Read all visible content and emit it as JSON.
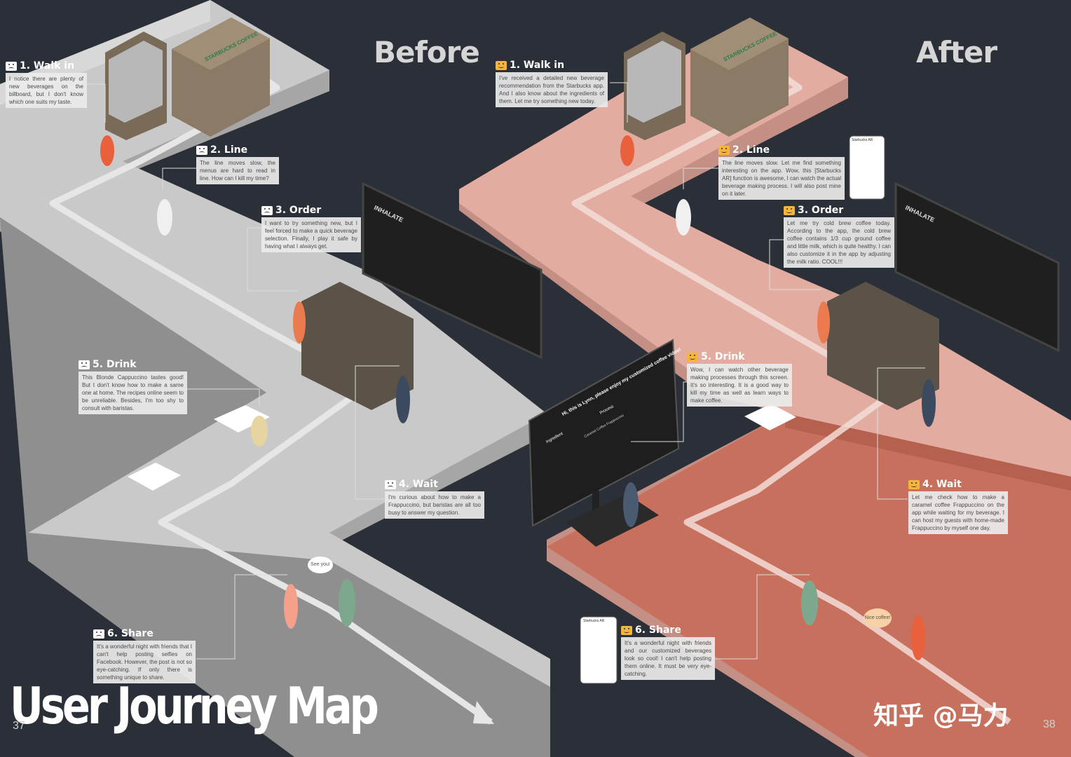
{
  "headings": {
    "before": "Before",
    "after": "After"
  },
  "main_title": "User Journey Map",
  "watermark": "知乎 @马力",
  "page_numbers": {
    "left": "37",
    "right": "38"
  },
  "icons": {
    "sad": "sad-face-icon",
    "happy": "happy-face-icon"
  },
  "colors": {
    "background": "#2b2f38",
    "before_floor": "#c9c9c9",
    "after_floor": "#e3aca0",
    "after_floor_dark": "#c8705e",
    "happy_face": "#f5b43b"
  },
  "before": [
    {
      "title": "1. Walk in",
      "mood": "sad",
      "text": "I notice there are plenty of new beverages on the billboard, but I don't know which one suits my taste."
    },
    {
      "title": "2. Line",
      "mood": "sad",
      "text": "The line moves slow, the menus are hard to read in line. How can I kill my time?"
    },
    {
      "title": "3. Order",
      "mood": "sad",
      "text": "I want to try something new, but I feel forced to make a quick beverage selection. Finally, I play it safe by having what I always get."
    },
    {
      "title": "4. Wait",
      "mood": "sad",
      "text": "I'm curious about how to make a Frappuccino, but baristas are all too busy to answer my question."
    },
    {
      "title": "5. Drink",
      "mood": "sad",
      "text": "This Blonde Cappuccino tastes good! But I don't know how to make a same one at home. The recipes online seem to be unreliable. Besides, I'm too shy to consult with baristas."
    },
    {
      "title": "6. Share",
      "mood": "sad",
      "text": "It's a wonderful night with friends that I can't help posting selfies on Facebook. However, the post is not so eye-catching. If only there is something unique to share."
    }
  ],
  "after": [
    {
      "title": "1. Walk in",
      "mood": "happy",
      "text": "I've received a detailed new beverage recommendation from the Starbucks app. And I also know about the ingredients of them. Let me try something new today."
    },
    {
      "title": "2. Line",
      "mood": "happy",
      "text": "The line moves slow. Let me find something interesting on the app. Wow, this [Starbucks AR] function is awesome, I can watch the actual beverage making process. I will also post mine on it later."
    },
    {
      "title": "3. Order",
      "mood": "happy",
      "text": "Let me try cold brew coffee today. According to the app, the cold brew coffee contains 1/3 cup ground coffee and little milk, which is quite healthy. I can also customize it in the app by adjusting the milk ratio. COOL!!!"
    },
    {
      "title": "4. Wait",
      "mood": "happy",
      "text": "Let me check how to make a caramel coffee Frappuccino on the app while waiting for my beverage. I can host my guests with home-made Frappuccino by myself one day."
    },
    {
      "title": "5. Drink",
      "mood": "happy",
      "text": "Wow, I can watch other beverage making processes through this screen. It's so interesting. It is a good way to kill my time as well as learn ways to make coffee."
    },
    {
      "title": "6. Share",
      "mood": "happy",
      "text": "It's a wonderful night with friends and our customized beverages look so cool! I can't help posting them online. It must be very eye-catching."
    }
  ],
  "scene_text": {
    "store_sign": "STARBUCKS COFFEE",
    "see_you": "See you!",
    "nice_coffee": "Nice coffee!",
    "menu_board": "INHALATE",
    "screen_greeting": "Hi, this is Lynn, please enjoy my customized coffee video!",
    "screen_ingredient": "Ingredient",
    "screen_process": "Process",
    "screen_product": "Caramel Coffee Frappuccino",
    "phone_app": "Starbucks AR"
  }
}
